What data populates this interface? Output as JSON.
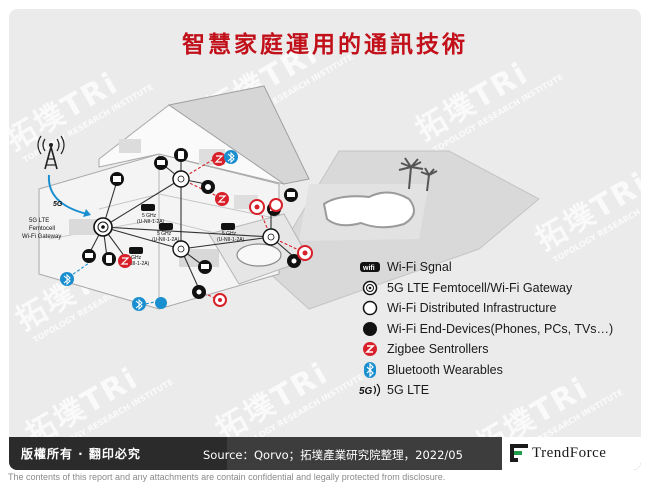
{
  "title": "智慧家庭運用的通訊技術",
  "watermark": {
    "text": "拓墣TRi",
    "subtext": "TOPOLOGY RESEARCH INSTITUTE"
  },
  "diagram": {
    "gateway_label_5g": "5G",
    "gateway_label_line1": "5G LTE",
    "gateway_label_line2": "Femtocell",
    "gateway_label_line3": "Wi-Fi Gateway",
    "band_top_line1": "5 GHz",
    "band_top_line2": "(U-NII-1-2A)",
    "band_mid_line1": "5 GHz",
    "band_mid_line2": "(U-NII-1-2A)",
    "band_bottom_line1": "5 GHz",
    "band_bottom_line2": "(U-NII-1-2A)",
    "band_right_line1": "5 GHz",
    "band_right_line2": "(U-NII-1-2A)"
  },
  "legend": [
    {
      "icon": "wifi-signal-icon",
      "label": "Wi-Fi Sgnal"
    },
    {
      "icon": "gateway-icon",
      "label": "5G LTE Femtocell/Wi-Fi Gateway"
    },
    {
      "icon": "open-circle-icon",
      "label": "Wi-Fi Distributed Infrastructure"
    },
    {
      "icon": "filled-circle-icon",
      "label": "Wi-Fi End-Devices(Phones, PCs, TVs…)"
    },
    {
      "icon": "zigbee-icon",
      "label": "Zigbee Sentrollers"
    },
    {
      "icon": "bluetooth-icon",
      "label": "Bluetooth Wearables"
    },
    {
      "icon": "5g-lte-icon",
      "label": "5G LTE"
    }
  ],
  "footer": {
    "rights": "版權所有 · 翻印必究",
    "source": "Source：Qorvo；拓墣產業研究院整理，2022/05",
    "brand": "TrendForce"
  },
  "disclaimer": "The contents of this report and any attachments are contain confidential and legally protected from disclosure.",
  "colors": {
    "title": "#c2101a",
    "zigbee": "#d8202a",
    "bluetooth": "#1a8fd0",
    "footer": "#2b2b2b"
  }
}
